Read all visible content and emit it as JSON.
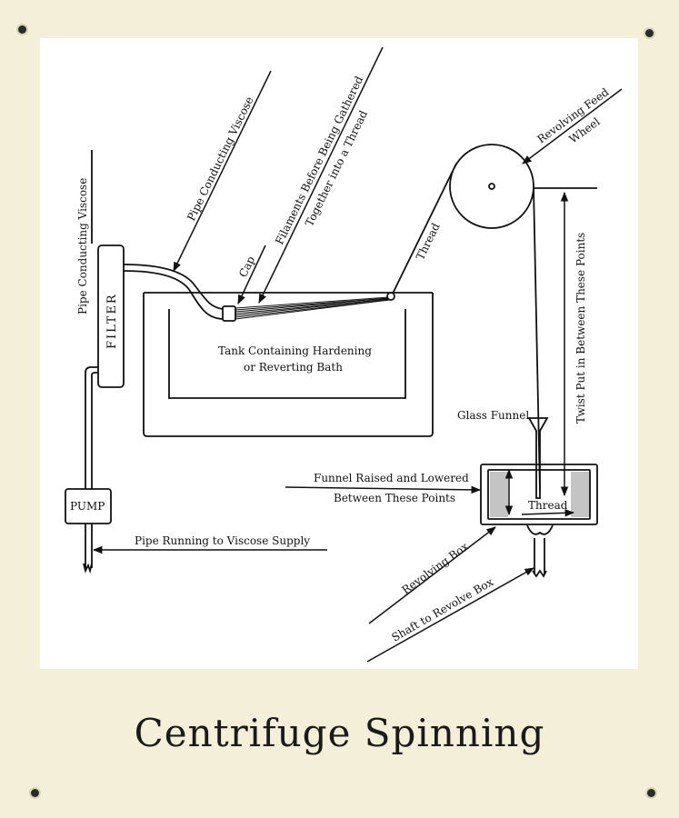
{
  "caption": "Centrifuge Spinning",
  "labels": {
    "pipe_conducting_viscose_vertical": "Pipe Conducting Viscose",
    "filter": "FILTER",
    "pump": "PUMP",
    "pipe_running": "Pipe Running to Viscose Supply",
    "pipe_conducting_viscose_diag": "Pipe Conducting Viscose",
    "cap": "Cap",
    "filaments_line1": "Filaments Before Being Gathered",
    "filaments_line2": "Together into a Thread",
    "thread_upper": "Thread",
    "tank_line1": "Tank Containing Hardening",
    "tank_line2": "or Reverting Bath",
    "feed_wheel_line1": "Revolving Feed",
    "feed_wheel_line2": "Wheel",
    "twist": "Twist Put in Between These Points",
    "glass_funnel": "Glass Funnel",
    "funnel_line1": "Funnel Raised and Lowered",
    "funnel_line2": "Between These Points",
    "thread_box": "Thread",
    "revolving_box": "Revolving Box",
    "shaft": "Shaft to Revolve Box"
  }
}
